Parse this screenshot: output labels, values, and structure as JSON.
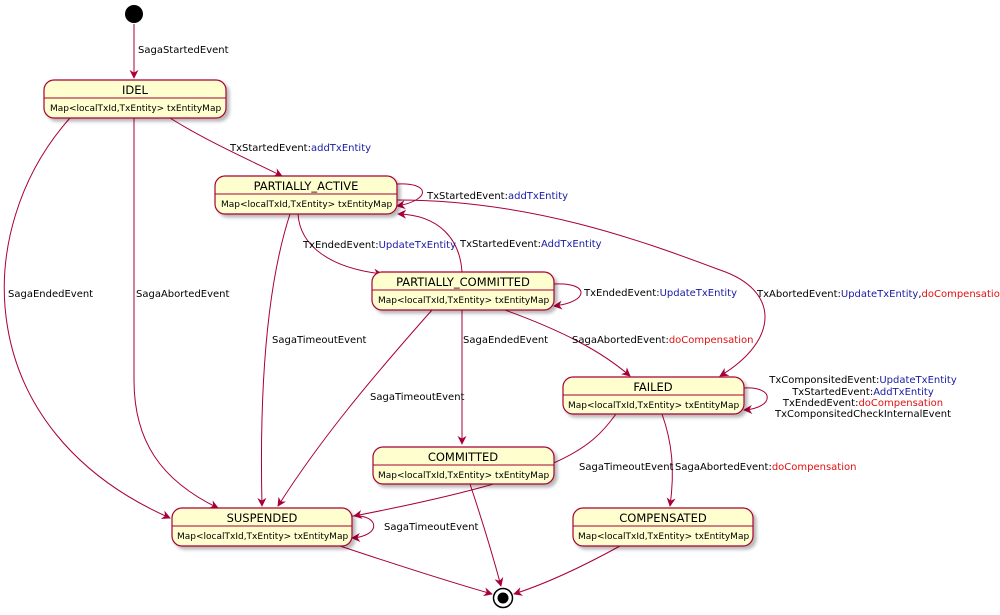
{
  "colors": {
    "state_fill": "#fefece",
    "border": "#a80036",
    "event_text": "#000000",
    "action_update": "#1a1aa6",
    "action_compensation": "#e01010"
  },
  "states": {
    "idel": {
      "name": "IDEL",
      "field": "Map<localTxId,TxEntity> txEntityMap"
    },
    "partially_active": {
      "name": "PARTIALLY_ACTIVE",
      "field": "Map<localTxId,TxEntity> txEntityMap"
    },
    "partially_committed": {
      "name": "PARTIALLY_COMMITTED",
      "field": "Map<localTxId,TxEntity> txEntityMap"
    },
    "failed": {
      "name": "FAILED",
      "field": "Map<localTxId,TxEntity> txEntityMap"
    },
    "committed": {
      "name": "COMMITTED",
      "field": "Map<localTxId,TxEntity> txEntityMap"
    },
    "suspended": {
      "name": "SUSPENDED",
      "field": "Map<localTxId,TxEntity> txEntityMap"
    },
    "compensated": {
      "name": "COMPENSATED",
      "field": "Map<localTxId,TxEntity> txEntityMap"
    }
  },
  "transitions": {
    "start_idel": {
      "event": "SagaStartedEvent"
    },
    "idel_pa": {
      "event": "TxStartedEvent",
      "action": "addTxEntity"
    },
    "pa_self": {
      "event": "TxStartedEvent",
      "action": "addTxEntity"
    },
    "idel_susp_ended": {
      "event": "SagaEndedEvent"
    },
    "idel_susp_aborted": {
      "event": "SagaAbortedEvent"
    },
    "pa_pc": {
      "event": "TxEndedEvent",
      "action": "UpdateTxEntity"
    },
    "pc_pa": {
      "event": "TxStartedEvent",
      "action": "AddTxEntity"
    },
    "pc_self": {
      "event": "TxEndedEvent",
      "action": "UpdateTxEntity"
    },
    "pa_failed": {
      "event": "TxAbortedEvent",
      "action": "UpdateTxEntity",
      "sep": ",",
      "action2": "doCompensation"
    },
    "pa_susp": {
      "event": "SagaTimeoutEvent"
    },
    "pc_committed": {
      "event": "SagaEndedEvent"
    },
    "pc_failed": {
      "event": "SagaAbortedEvent",
      "action": "doCompensation"
    },
    "pc_susp": {
      "event": "SagaTimeoutEvent"
    },
    "failed_self": [
      {
        "event": "TxComponsitedEvent",
        "action": "UpdateTxEntity"
      },
      {
        "event": "TxStartedEvent",
        "action": "AddTxEntity"
      },
      {
        "event": "TxEndedEvent",
        "action": "doCompensation"
      },
      {
        "event": "TxComponsitedCheckInternalEvent"
      }
    ],
    "failed_susp": {
      "event": "SagaTimeoutEvent"
    },
    "failed_comp": {
      "event": "SagaAbortedEvent",
      "action": "doCompensation"
    },
    "susp_self": {
      "event": "SagaTimeoutEvent"
    }
  }
}
